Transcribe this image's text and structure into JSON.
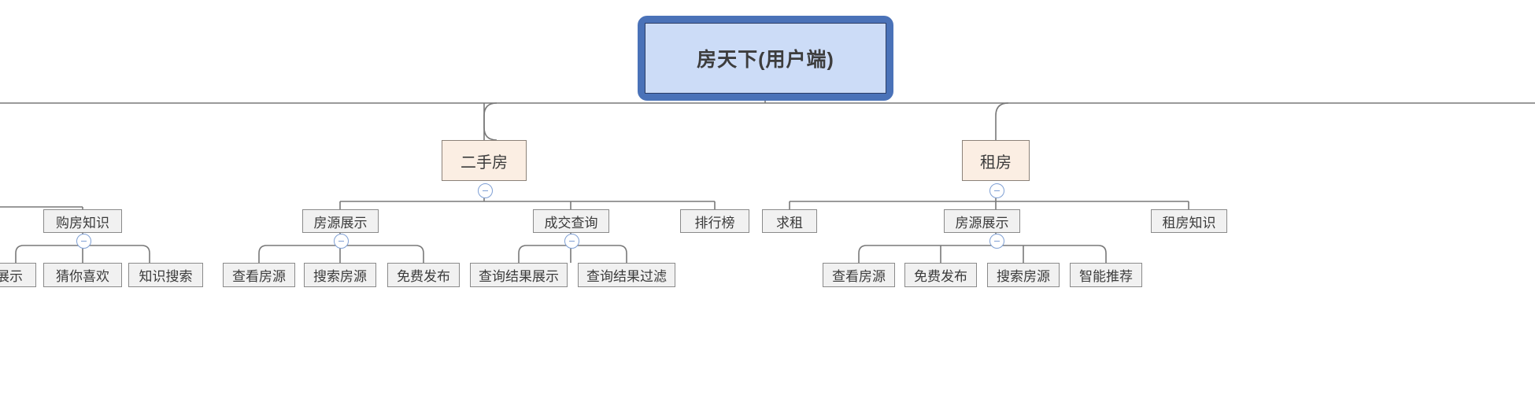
{
  "diagram": {
    "type": "mindmap-tree",
    "title": "房天下(用户端)",
    "orientation": "top-down",
    "colors": {
      "root_border": "#4a72b8",
      "root_fill": "#ccdcf7",
      "level2_fill": "#fbeee3",
      "level2_border": "#8c8279",
      "node_fill": "#f1f1f1",
      "node_border": "#8a8a8a",
      "connector": "#787878",
      "toggle_accent": "#7e9fd4",
      "text": "#3b3b3b",
      "background": "#ffffff"
    }
  },
  "root": {
    "label": "房天下(用户端)"
  },
  "toggle": {
    "icon": "minus-circle-icon",
    "glyph": "−",
    "state": "expanded"
  },
  "branches": [
    {
      "id": "clipped-left",
      "label": "",
      "clipped": true,
      "children": [
        {
          "id": "gou-fang-zhi-shi",
          "label": "购房知识",
          "collapsible": true,
          "children": [
            {
              "id": "zhan-shi",
              "label": "展示",
              "clipped": true
            },
            {
              "id": "cai-ni-xi-huan",
              "label": "猜你喜欢"
            },
            {
              "id": "zhi-shi-sou-suo",
              "label": "知识搜索"
            }
          ]
        }
      ]
    },
    {
      "id": "er-shou-fang",
      "label": "二手房",
      "collapsible": true,
      "children": [
        {
          "id": "esf-fang-yuan-zhan-shi",
          "label": "房源展示",
          "collapsible": true,
          "children": [
            {
              "id": "esf-cha-kan-fang-yuan",
              "label": "查看房源"
            },
            {
              "id": "esf-sou-suo-fang-yuan",
              "label": "搜索房源"
            },
            {
              "id": "esf-mian-fei-fa-bu",
              "label": "免费发布"
            }
          ]
        },
        {
          "id": "cheng-jiao-cha-xun",
          "label": "成交查询",
          "collapsible": true,
          "children": [
            {
              "id": "cha-xun-jie-guo-zhan-shi",
              "label": "查询结果展示"
            },
            {
              "id": "cha-xun-jie-guo-guo-lv",
              "label": "查询结果过滤"
            }
          ]
        },
        {
          "id": "pai-hang-bang",
          "label": "排行榜",
          "collapsible": false,
          "children": []
        }
      ]
    },
    {
      "id": "zu-fang",
      "label": "租房",
      "collapsible": true,
      "children": [
        {
          "id": "qiu-zu",
          "label": "求租",
          "collapsible": false,
          "children": []
        },
        {
          "id": "zf-fang-yuan-zhan-shi",
          "label": "房源展示",
          "collapsible": true,
          "children": [
            {
              "id": "zf-cha-kan-fang-yuan",
              "label": "查看房源"
            },
            {
              "id": "zf-mian-fei-fa-bu",
              "label": "免费发布"
            },
            {
              "id": "zf-sou-suo-fang-yuan",
              "label": "搜索房源"
            },
            {
              "id": "zf-zhi-neng-tui-jian",
              "label": "智能推荐"
            }
          ]
        },
        {
          "id": "zu-fang-zhi-shi",
          "label": "租房知识",
          "collapsible": false,
          "children": []
        }
      ]
    }
  ]
}
